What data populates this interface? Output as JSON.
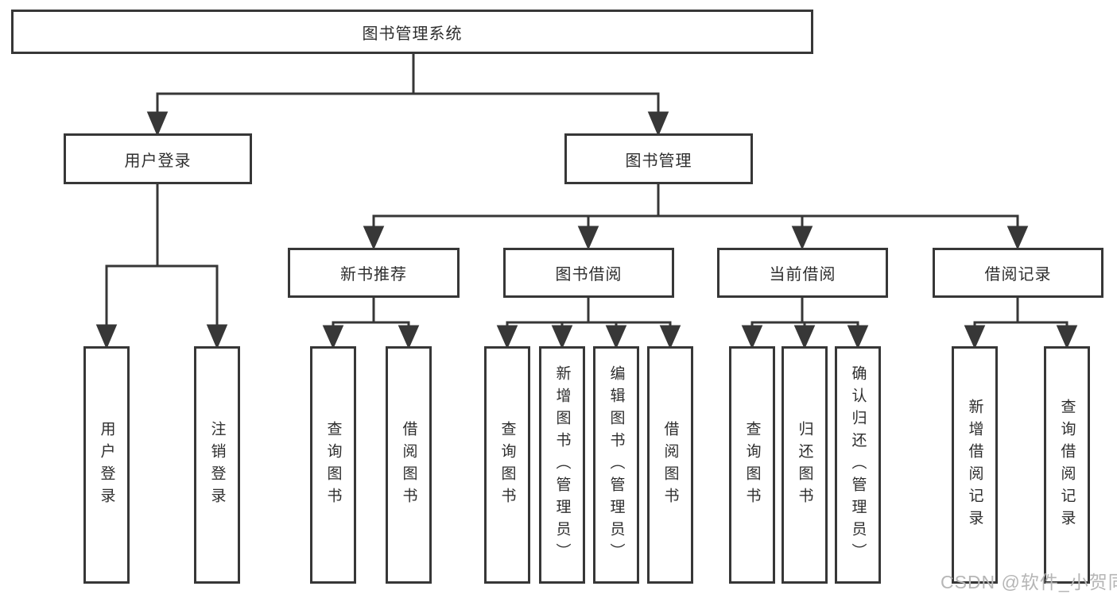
{
  "colors": {
    "line": "#373737",
    "box_border": "#373737",
    "box_background": "#ffffff",
    "text": "#2e2e2e",
    "watermark": "#b6b6b6"
  },
  "watermark": "CSDN @软件_小贺同学",
  "tree": {
    "label": "图书管理系统",
    "children": [
      {
        "label": "用户登录",
        "children": [
          {
            "label": "用户登录"
          },
          {
            "label": "注销登录"
          }
        ]
      },
      {
        "label": "图书管理",
        "children": [
          {
            "label": "新书推荐",
            "children": [
              {
                "label": "查询图书"
              },
              {
                "label": "借阅图书"
              }
            ]
          },
          {
            "label": "图书借阅",
            "children": [
              {
                "label": "查询图书"
              },
              {
                "label": "新增图书（管理员）"
              },
              {
                "label": "编辑图书（管理员）"
              },
              {
                "label": "借阅图书"
              }
            ]
          },
          {
            "label": "当前借阅",
            "children": [
              {
                "label": "查询图书"
              },
              {
                "label": "归还图书"
              },
              {
                "label": "确认归还（管理员）"
              }
            ]
          },
          {
            "label": "借阅记录",
            "children": [
              {
                "label": "新增借阅记录"
              },
              {
                "label": "查询借阅记录"
              }
            ]
          }
        ]
      }
    ]
  }
}
